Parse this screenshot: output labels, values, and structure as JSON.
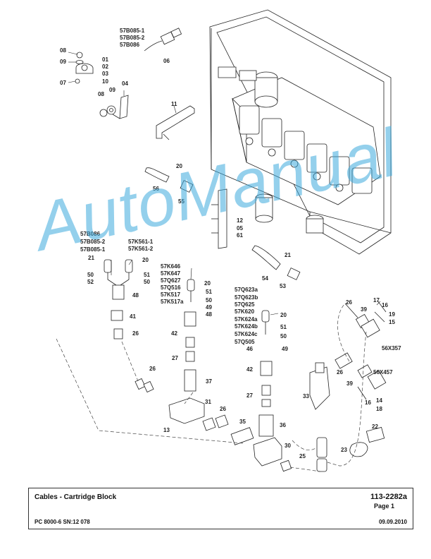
{
  "labels": {
    "l57B085_1": "57B085-1",
    "l57B085_2": "57B085-2",
    "l57B086": "57B086",
    "l06": "06",
    "l08a": "08",
    "l09a": "09",
    "l01": "01",
    "l02": "02",
    "l03": "03",
    "l10": "10",
    "l07": "07",
    "l08b": "08",
    "l09b": "09",
    "l04": "04",
    "l11": "11",
    "l20a": "20",
    "l56": "56",
    "l55": "55",
    "l12": "12",
    "l05": "05",
    "l61": "61",
    "lg1_a": "57B086",
    "lg1_b": "57B085-2",
    "lg1_c": "57B085-1",
    "lg2_a": "57K561-1",
    "lg2_b": "57K561-2",
    "l21a": "21",
    "l20b": "20",
    "l50a": "50",
    "l52": "52",
    "l51a": "51",
    "l50b": "50",
    "l48a": "48",
    "l41": "41",
    "l26a": "26",
    "lg3_a": "57K646",
    "lg3_b": "57K647",
    "lg3_c": "57Q627",
    "lg3_d": "57Q516",
    "lg3_e": "57K517",
    "lg3_f": "57K517a",
    "l20c": "20",
    "l51b": "51",
    "l50c": "50",
    "l49a": "49",
    "l48b": "48",
    "l42a": "42",
    "l27a": "27",
    "l37": "37",
    "l26b": "26",
    "l31": "31",
    "l26c": "26",
    "l35": "35",
    "l13": "13",
    "l30": "30",
    "l25": "25",
    "l21b": "21",
    "l54": "54",
    "l53": "53",
    "lg4_a": "57Q623a",
    "lg4_b": "57Q623b",
    "lg4_c": "57Q625",
    "lg4_d": "57K620",
    "lg4_e": "57K624a",
    "lg4_f": "57K624b",
    "lg4_g": "57K624c",
    "lg4_h": "57Q505",
    "l20d": "20",
    "l51c": "51",
    "l50d": "50",
    "l46": "46",
    "l49b": "49",
    "l42b": "42",
    "l27b": "27",
    "l36": "36",
    "l26d": "26",
    "l39a": "39",
    "l17": "17",
    "l16a": "16",
    "l19": "19",
    "l15": "15",
    "l56X357": "56X357",
    "l26e": "26",
    "l56X457": "56X457",
    "l39b": "39",
    "l33": "33",
    "l16b": "16",
    "l14": "14",
    "l18": "18",
    "l22": "22",
    "l23": "23"
  },
  "title_block": {
    "title": "Cables - Cartridge Block",
    "doc_number": "113-2282a",
    "page": "Page 1",
    "model": "PC 8000-6 SN:12 078",
    "date": "09.09.2010"
  },
  "watermark": "AutoManual"
}
